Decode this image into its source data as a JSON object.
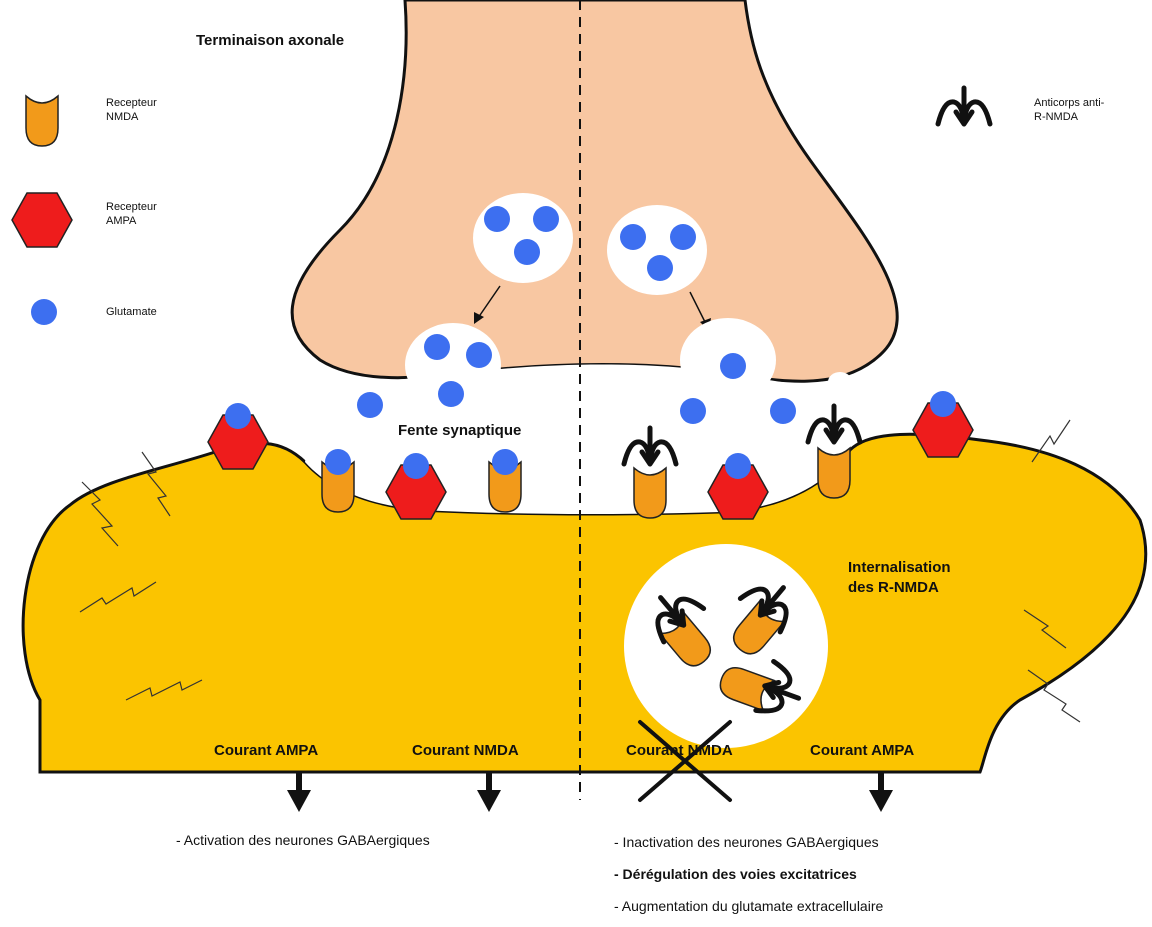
{
  "labels": {
    "axon_terminal": "Terminaison axonale",
    "synaptic_cleft": "Fente synaptique",
    "internalisation": [
      "Internalisation",
      "des R-NMDA"
    ]
  },
  "legend": {
    "nmda": [
      "Recepteur",
      "NMDA"
    ],
    "ampa": [
      "Recepteur",
      "AMPA"
    ],
    "glutamate": "Glutamate",
    "antibody": [
      "Anticorps anti-",
      "R-NMDA"
    ]
  },
  "currents": {
    "left_ampa": "Courant AMPA",
    "left_nmda": "Courant NMDA",
    "right_nmda_blocked": "Courant NMDA",
    "right_ampa": "Courant AMPA"
  },
  "effects": {
    "left": [
      "- Activation des neurones GABAergiques"
    ],
    "right": [
      "- Inactivation des neurones GABAergiques",
      "- Dérégulation des voies excitatrices",
      "- Augmentation du glutamate extracellulaire"
    ]
  },
  "colors": {
    "terminal": "#f8c7a2",
    "postsynaptic": "#fbc400",
    "nmda": "#f29a1a",
    "ampa": "#ee1c1c",
    "glutamate": "#3d6ff0",
    "outline": "#111111"
  }
}
